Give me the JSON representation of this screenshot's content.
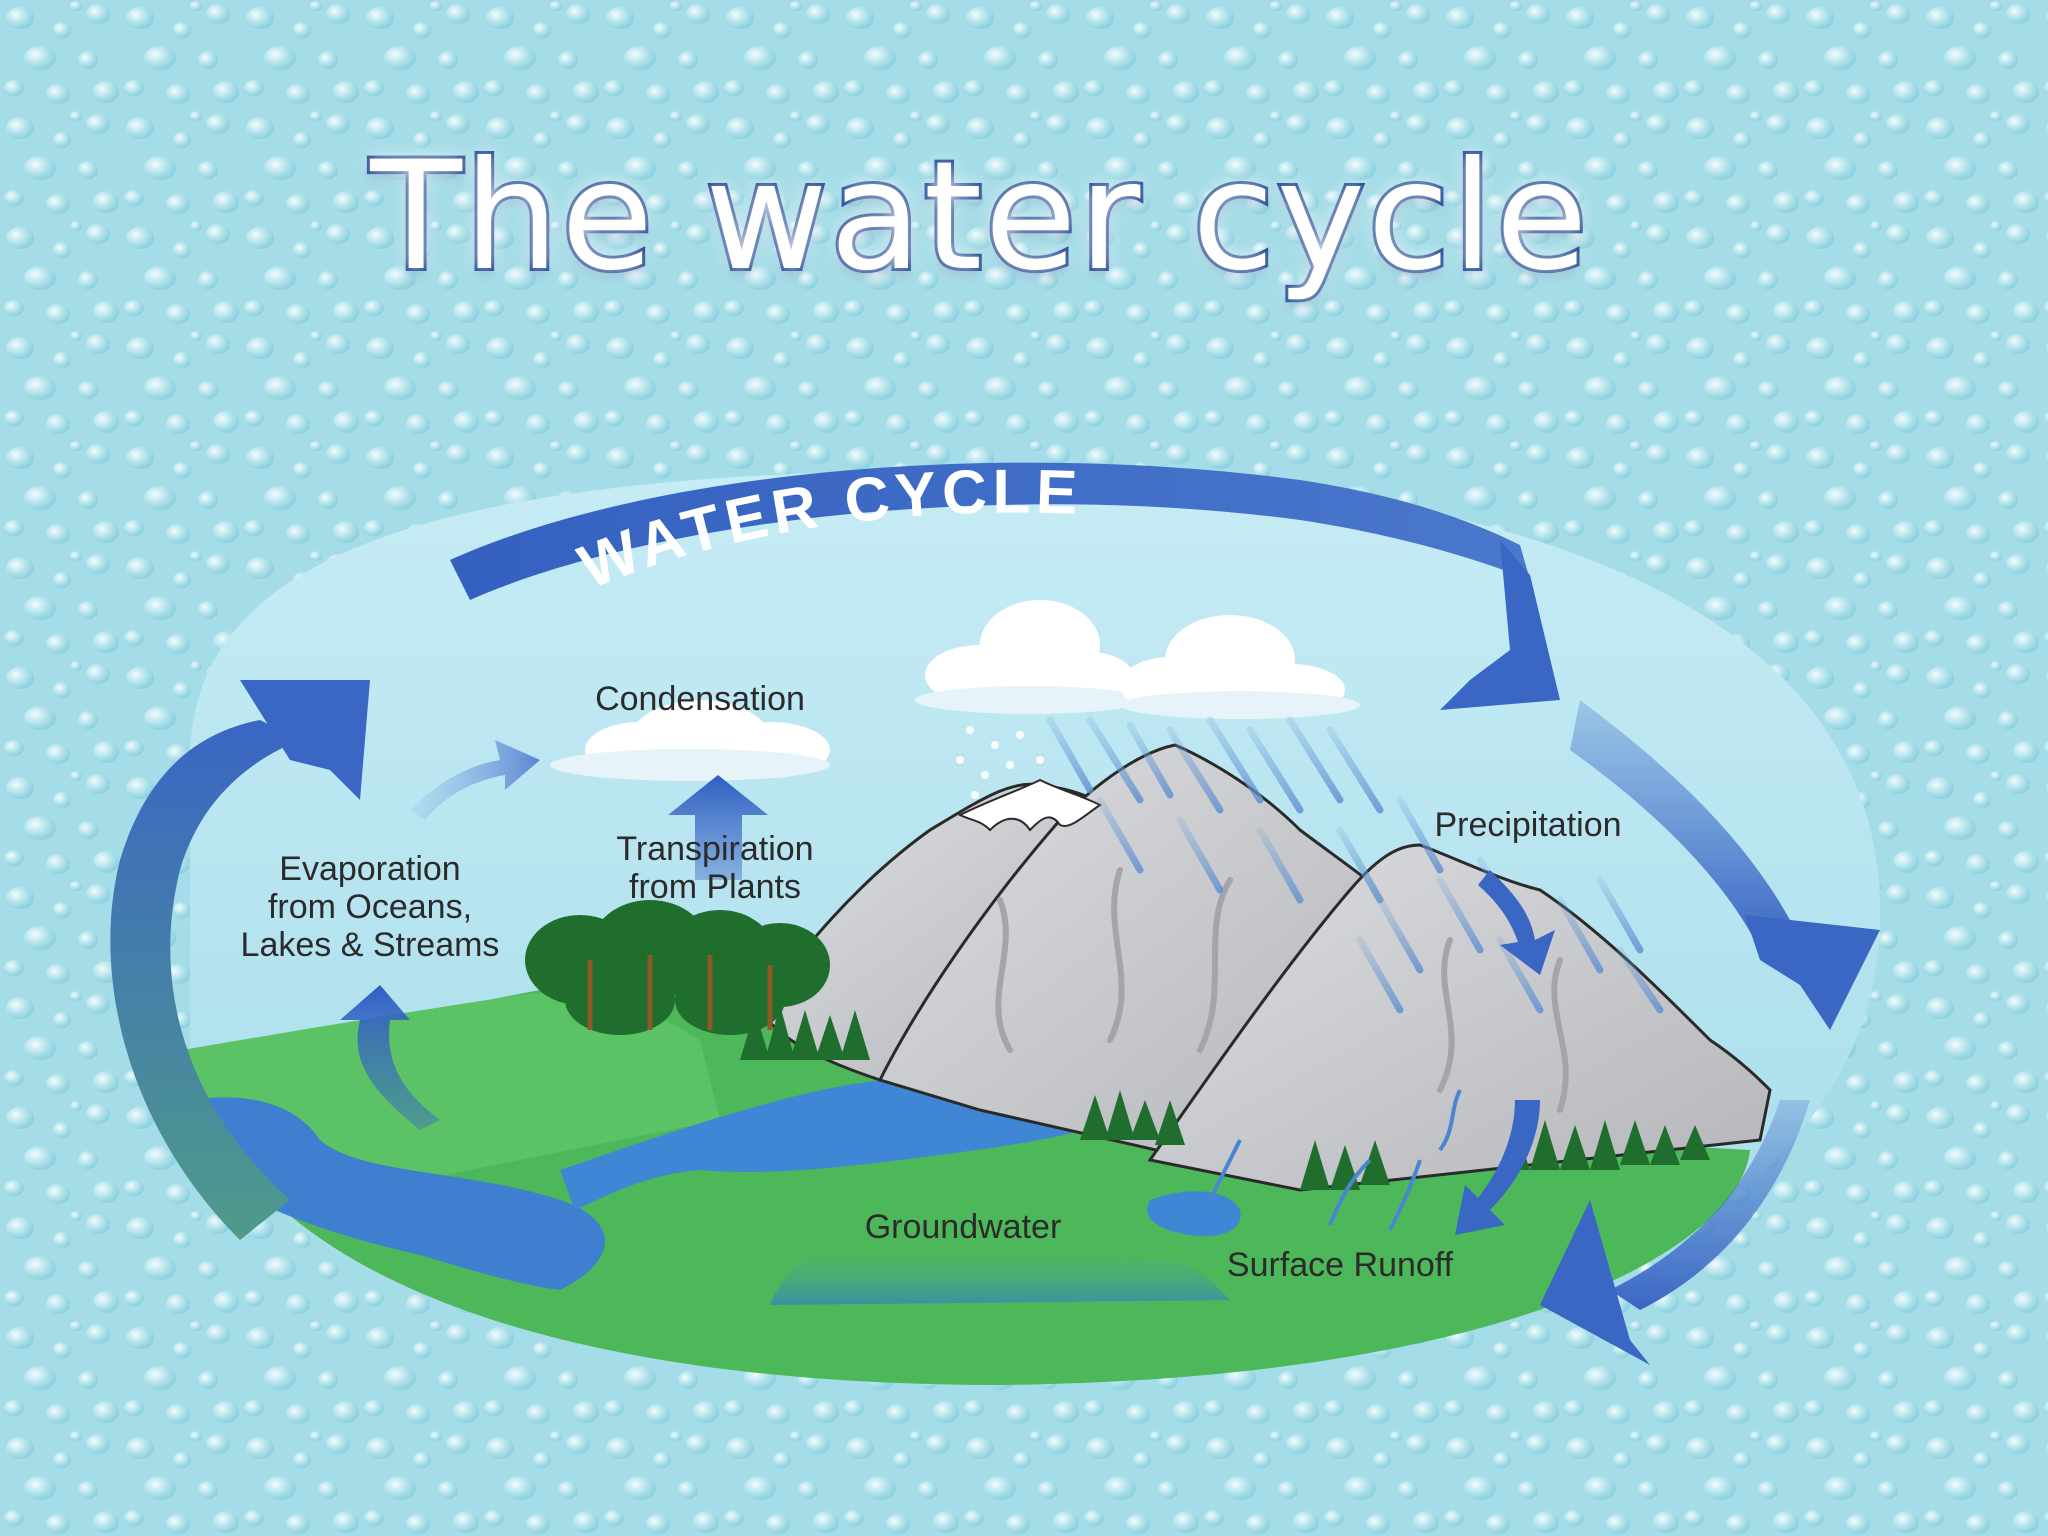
{
  "slide": {
    "title": "The water cycle"
  },
  "diagram": {
    "banner": "WATER CYCLE",
    "labels": {
      "condensation": "Condensation",
      "transpiration_line1": "Transpiration",
      "transpiration_line2": "from Plants",
      "evaporation_line1": "Evaporation",
      "evaporation_line2": "from Oceans,",
      "evaporation_line3": "Lakes & Streams",
      "precipitation": "Precipitation",
      "groundwater": "Groundwater",
      "surface_runoff": "Surface Runoff"
    },
    "colors": {
      "arrow": "#3a66c4",
      "sky": "#aee0ee",
      "land": "#4cb85a",
      "water": "#3f7fd0",
      "mountain": "#c9cbcf",
      "forest": "#1f6e2e"
    }
  }
}
